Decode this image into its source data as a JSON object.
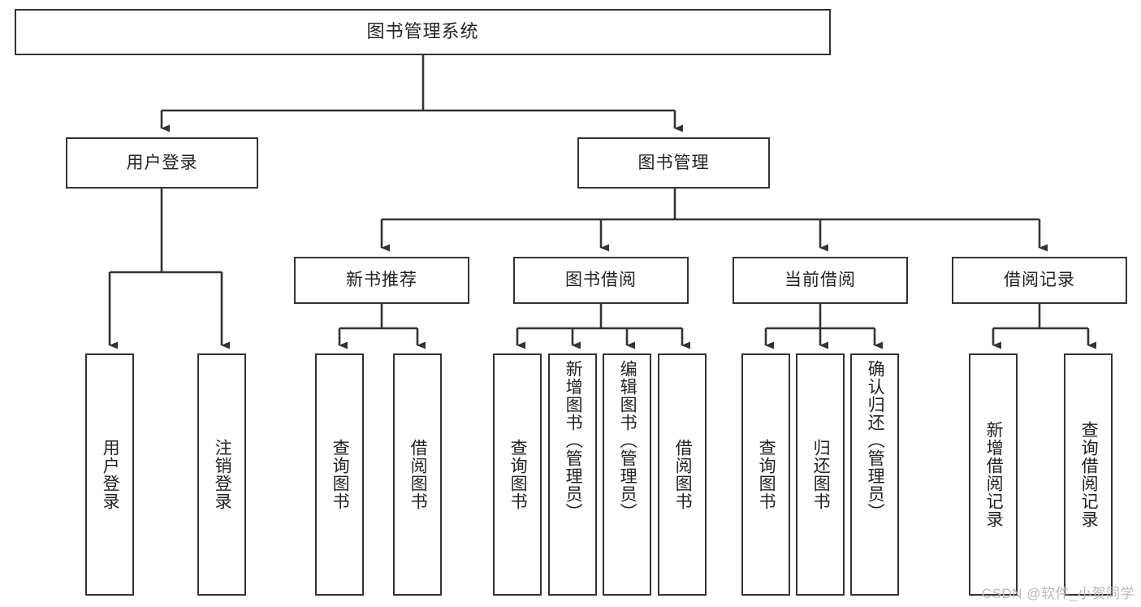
{
  "diagram": {
    "title": "图书管理系统",
    "type": "hierarchy-tree",
    "background_color": "#ffffff",
    "line_color": "#333333",
    "box_border_color": "#333333",
    "text_color": "#222222",
    "levels": {
      "root": {
        "label": "图书管理系统"
      },
      "level2": [
        {
          "label": "用户登录"
        },
        {
          "label": "图书管理"
        }
      ],
      "level3": [
        {
          "label": "新书推荐"
        },
        {
          "label": "图书借阅"
        },
        {
          "label": "当前借阅"
        },
        {
          "label": "借阅记录"
        }
      ],
      "leaves": {
        "user_login": [
          {
            "label": "用户登录"
          },
          {
            "label": "注销登录"
          }
        ],
        "new_book_recommend": [
          {
            "label": "查询图书"
          },
          {
            "label": "借阅图书"
          }
        ],
        "book_borrow": [
          {
            "label": "查询图书"
          },
          {
            "label": "新增图书（管理员）"
          },
          {
            "label": "编辑图书（管理员）"
          },
          {
            "label": "借阅图书"
          }
        ],
        "current_borrow": [
          {
            "label": "查询图书"
          },
          {
            "label": "归还图书"
          },
          {
            "label": "确认归还（管理员）"
          }
        ],
        "borrow_record": [
          {
            "label": "新增借阅记录"
          },
          {
            "label": "查询借阅记录"
          }
        ]
      }
    }
  },
  "watermark": {
    "text": "CSDN @软件_小贺同学"
  }
}
